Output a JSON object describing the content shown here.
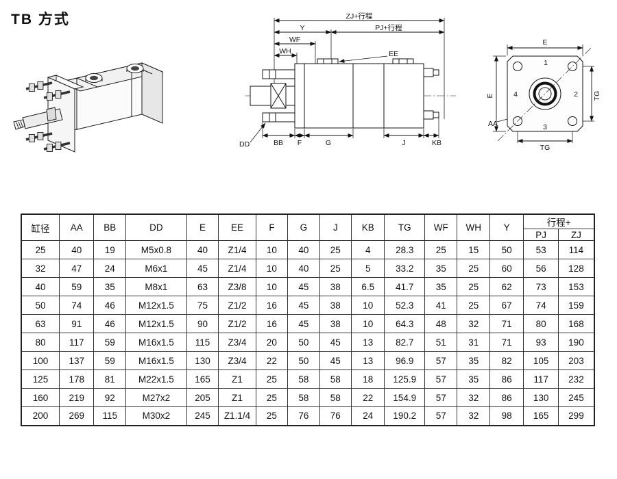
{
  "page": {
    "title": "TB 方式"
  },
  "diagrams": {
    "side_view": {
      "dim_zj": "ZJ+行程",
      "dim_pj": "PJ+行程",
      "dim_y": "Y",
      "dim_wf": "WF",
      "dim_wh": "WH",
      "label_ee": "EE",
      "label_dd": "DD",
      "dim_bb": "BB",
      "dim_f": "F",
      "dim_g": "G",
      "dim_j": "J",
      "dim_kb": "KB"
    },
    "end_view": {
      "dim_e_top": "E",
      "dim_e_left": "E",
      "dim_tg_right": "TG",
      "dim_tg_bottom": "TG",
      "label_aa": "AA",
      "corner_1": "1",
      "corner_2": "2",
      "corner_3": "3",
      "corner_4": "4"
    }
  },
  "table": {
    "headers": {
      "bore": "缸径",
      "cols": [
        "AA",
        "BB",
        "DD",
        "E",
        "EE",
        "F",
        "G",
        "J",
        "KB",
        "TG",
        "WF",
        "WH",
        "Y"
      ],
      "stroke_group": "行程+",
      "stroke_cols": [
        "PJ",
        "ZJ"
      ]
    },
    "rows": [
      [
        "25",
        "40",
        "19",
        "M5x0.8",
        "40",
        "Z1/4",
        "10",
        "40",
        "25",
        "4",
        "28.3",
        "25",
        "15",
        "50",
        "53",
        "114"
      ],
      [
        "32",
        "47",
        "24",
        "M6x1",
        "45",
        "Z1/4",
        "10",
        "40",
        "25",
        "5",
        "33.2",
        "35",
        "25",
        "60",
        "56",
        "128"
      ],
      [
        "40",
        "59",
        "35",
        "M8x1",
        "63",
        "Z3/8",
        "10",
        "45",
        "38",
        "6.5",
        "41.7",
        "35",
        "25",
        "62",
        "73",
        "153"
      ],
      [
        "50",
        "74",
        "46",
        "M12x1.5",
        "75",
        "Z1/2",
        "16",
        "45",
        "38",
        "10",
        "52.3",
        "41",
        "25",
        "67",
        "74",
        "159"
      ],
      [
        "63",
        "91",
        "46",
        "M12x1.5",
        "90",
        "Z1/2",
        "16",
        "45",
        "38",
        "10",
        "64.3",
        "48",
        "32",
        "71",
        "80",
        "168"
      ],
      [
        "80",
        "117",
        "59",
        "M16x1.5",
        "115",
        "Z3/4",
        "20",
        "50",
        "45",
        "13",
        "82.7",
        "51",
        "31",
        "71",
        "93",
        "190"
      ],
      [
        "100",
        "137",
        "59",
        "M16x1.5",
        "130",
        "Z3/4",
        "22",
        "50",
        "45",
        "13",
        "96.9",
        "57",
        "35",
        "82",
        "105",
        "203"
      ],
      [
        "125",
        "178",
        "81",
        "M22x1.5",
        "165",
        "Z1",
        "25",
        "58",
        "58",
        "18",
        "125.9",
        "57",
        "35",
        "86",
        "117",
        "232"
      ],
      [
        "160",
        "219",
        "92",
        "M27x2",
        "205",
        "Z1",
        "25",
        "58",
        "58",
        "22",
        "154.9",
        "57",
        "32",
        "86",
        "130",
        "245"
      ],
      [
        "200",
        "269",
        "115",
        "M30x2",
        "245",
        "Z1.1/4",
        "25",
        "76",
        "76",
        "24",
        "190.2",
        "57",
        "32",
        "98",
        "165",
        "299"
      ]
    ]
  }
}
